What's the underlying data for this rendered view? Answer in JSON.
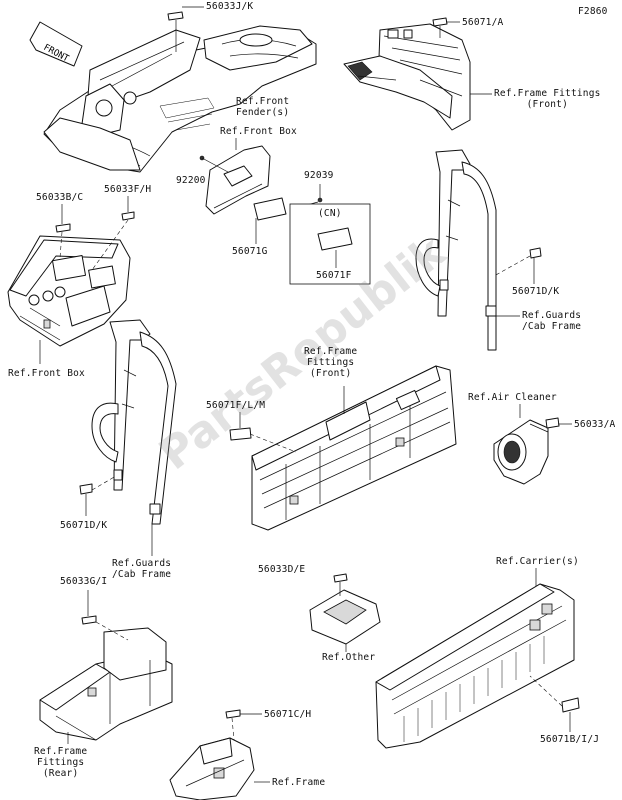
{
  "figure_code": "F2860",
  "front_badge": "FRONT",
  "watermark": "PartsRepublik",
  "labels": {
    "p56033_JK": "56033J/K",
    "p56071_A": "56071/A",
    "ref_front_fender": "Ref.Front\nFender(s)",
    "ref_frame_fittings_front_top": "Ref.Frame Fittings\n(Front)",
    "ref_front_box_top": "Ref.Front Box",
    "p92200": "92200",
    "p92039": "92039",
    "cn_tag": "(CN)",
    "p56071_G": "56071G",
    "p56071_F": "56071F",
    "p56033_BC": "56033B/C",
    "p56033_FH": "56033F/H",
    "ref_front_box_left": "Ref.Front Box",
    "p56071_DK_right": "56071D/K",
    "ref_guards_cab_right": "Ref.Guards\n/Cab Frame",
    "ref_frame_fittings_front_mid": "Ref.Frame\nFittings\n(Front)",
    "p56071_FLM": "56071F/L/M",
    "ref_air_cleaner": "Ref.Air Cleaner",
    "p56033_A": "56033/A",
    "p56071_DK_left": "56071D/K",
    "ref_guards_cab_left": "Ref.Guards\n/Cab Frame",
    "p56033_DE": "56033D/E",
    "ref_carriers": "Ref.Carrier(s)",
    "p56033_GI": "56033G/I",
    "ref_other": "Ref.Other",
    "ref_frame_fittings_rear": "Ref.Frame\nFittings\n(Rear)",
    "p56071_CH": "56071C/H",
    "ref_frame": "Ref.Frame",
    "p56071_BIJ": "56071B/I/J"
  }
}
